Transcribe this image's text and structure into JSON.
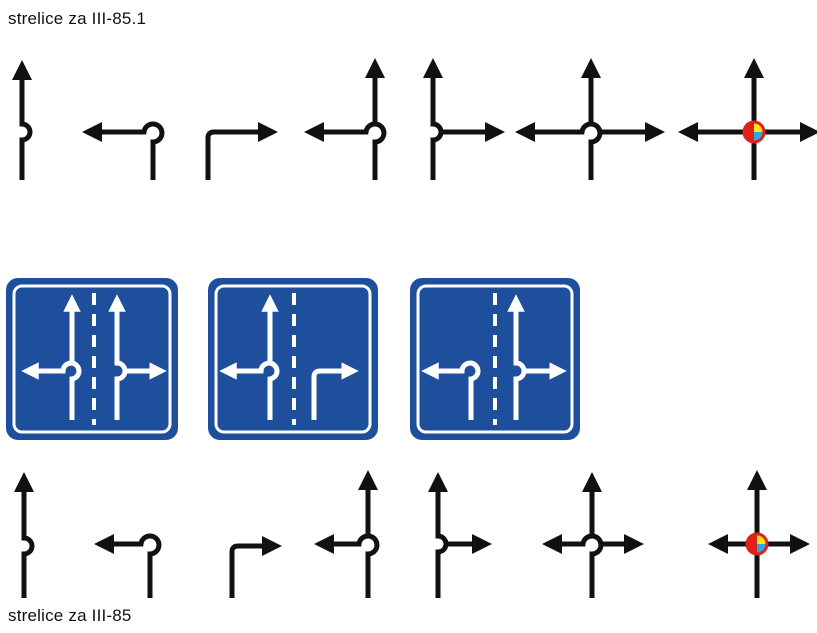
{
  "captions": {
    "top": "strelice za III-85.1",
    "bottom": "strelice za III-85"
  },
  "colors": {
    "arrow": "#111111",
    "sign_blue": "#1d4f9d",
    "sign_white": "#ffffff",
    "marker_red": "#e0201b",
    "marker_yellow": "#ffe41a",
    "marker_cyan": "#2aa9df"
  },
  "arrow_set_85_1": [
    {
      "name": "arrow-straight-with-loop-icon"
    },
    {
      "name": "arrow-left-loop-icon"
    },
    {
      "name": "arrow-right-turn-icon"
    },
    {
      "name": "arrow-straight-left-icon"
    },
    {
      "name": "arrow-straight-right-icon"
    },
    {
      "name": "arrow-all-directions-icon"
    },
    {
      "name": "arrow-all-directions-colored-icon"
    }
  ],
  "signs": [
    {
      "name": "sign-two-lanes-left-straight-right"
    },
    {
      "name": "sign-lane-left-straight-right-turn"
    },
    {
      "name": "sign-lane-left-loop-straight-right"
    }
  ],
  "arrow_set_85": [
    {
      "name": "arrow-straight-with-loop-icon"
    },
    {
      "name": "arrow-left-loop-icon"
    },
    {
      "name": "arrow-right-turn-icon"
    },
    {
      "name": "arrow-straight-left-icon"
    },
    {
      "name": "arrow-straight-right-icon"
    },
    {
      "name": "arrow-all-directions-icon"
    },
    {
      "name": "arrow-all-directions-colored-icon"
    }
  ]
}
